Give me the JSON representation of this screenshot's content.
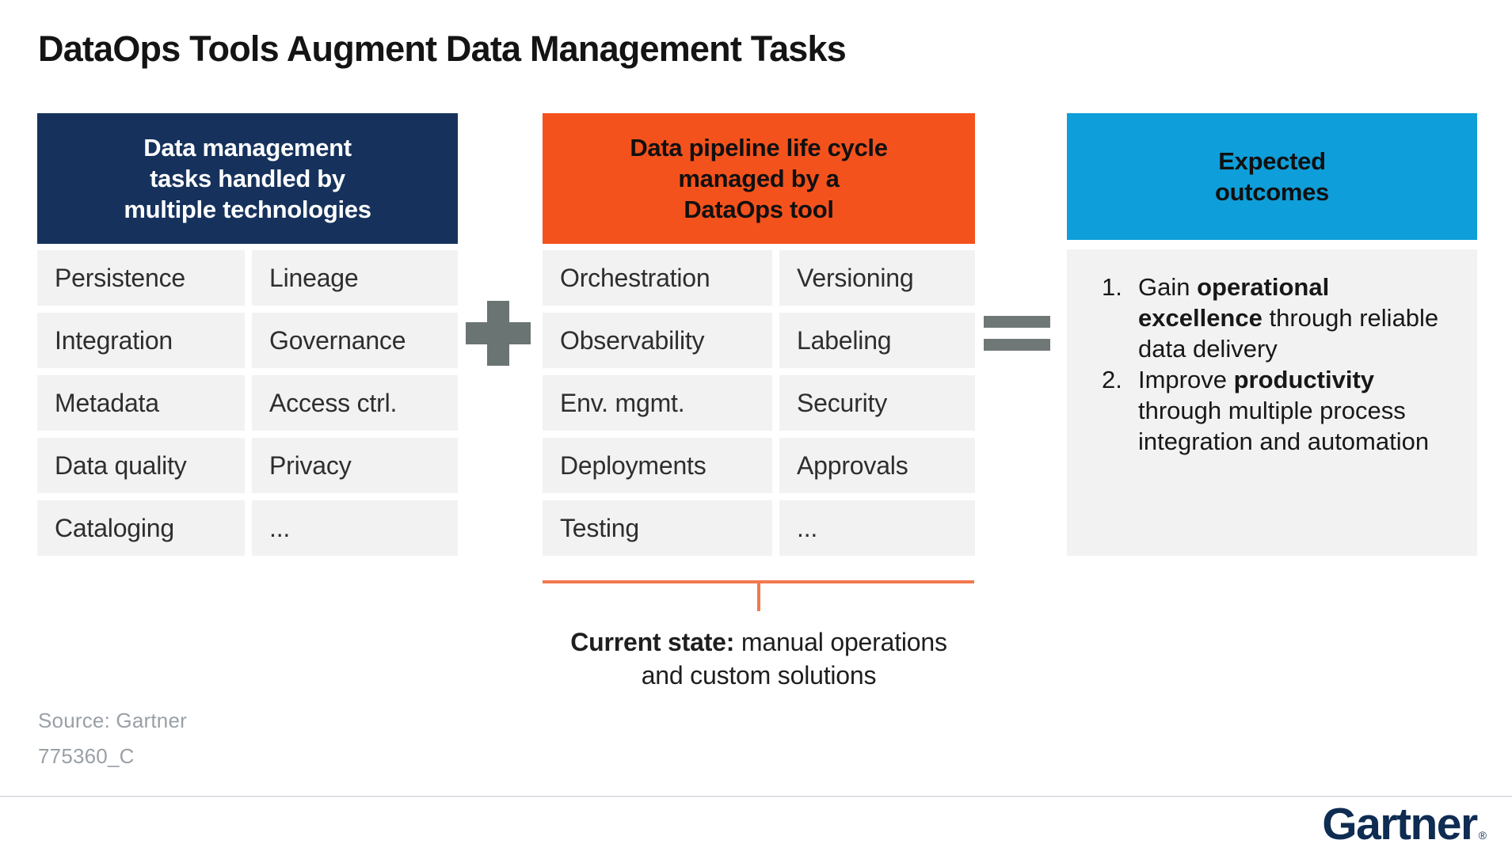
{
  "title": "DataOps Tools Augment Data Management Tasks",
  "left_panel": {
    "header_lines": [
      "Data management",
      "tasks handled by",
      "multiple technologies"
    ],
    "rows": [
      [
        "Persistence",
        "Lineage"
      ],
      [
        "Integration",
        "Governance"
      ],
      [
        "Metadata",
        "Access ctrl."
      ],
      [
        "Data quality",
        "Privacy"
      ],
      [
        "Cataloging",
        "..."
      ]
    ]
  },
  "middle_panel": {
    "header_lines": [
      "Data pipeline life cycle",
      "managed by a",
      "DataOps tool"
    ],
    "rows": [
      [
        "Orchestration",
        "Versioning"
      ],
      [
        "Observability",
        "Labeling"
      ],
      [
        "Env. mgmt.",
        "Security"
      ],
      [
        "Deployments",
        "Approvals"
      ],
      [
        "Testing",
        "..."
      ]
    ],
    "annotation": {
      "bold": "Current state:",
      "rest": " manual operations and custom solutions"
    }
  },
  "right_panel": {
    "header_lines": [
      "Expected",
      "outcomes"
    ],
    "outcomes": [
      {
        "num": "1.",
        "segments": {
          "pre": "Gain ",
          "bold": "operational excellence",
          "post": " through reliable data delivery"
        }
      },
      {
        "num": "2.",
        "segments": {
          "pre": "Improve ",
          "bold": "productivity",
          "post": " through multiple process integration and automation"
        }
      }
    ]
  },
  "operators": {
    "plus": "+",
    "equals": "="
  },
  "footer": {
    "source": "Source: Gartner",
    "doc_id": "775360_C",
    "logo": "Gartner",
    "registered_mark": "®"
  },
  "colors": {
    "navy_header": "#16325C",
    "orange_header": "#F4521D",
    "blue_header": "#0E9ED9",
    "row_background": "#F2F2F2",
    "operator_gray": "#6A7472",
    "bracket_orange": "#F1794E",
    "logo_navy": "#0F2C52"
  }
}
